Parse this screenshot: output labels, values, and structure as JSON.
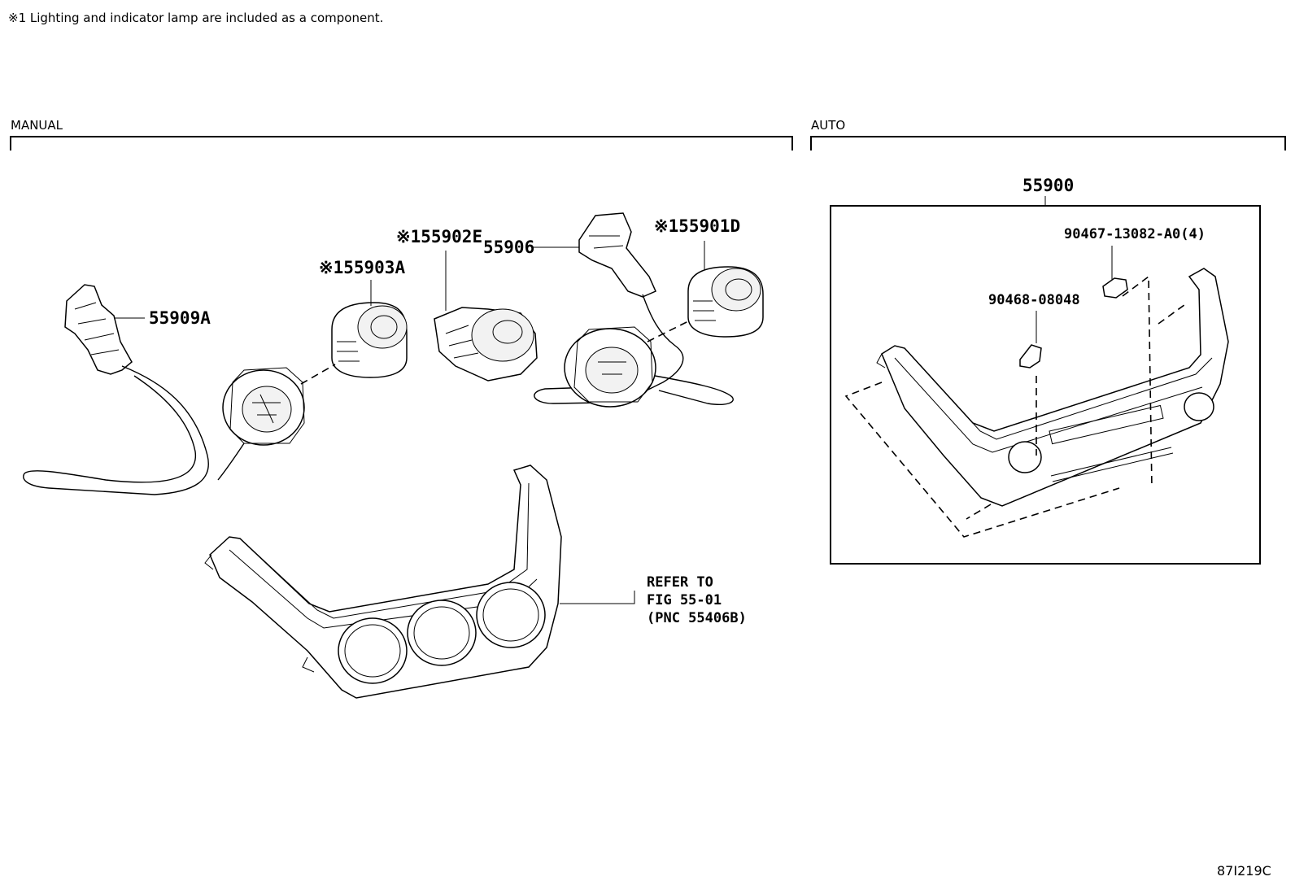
{
  "note": "※1 Lighting and indicator lamp are included as a component.",
  "sections": {
    "manual": "MANUAL",
    "auto": "AUTO"
  },
  "labels": {
    "p55909a": "55909A",
    "p55903a": "※155903A",
    "p55902e": "※155902E",
    "p55906": "55906",
    "p55901d": "※155901D",
    "p55900": "55900",
    "p90467": "90467-13082-A0(4)",
    "p90468": "90468-08048"
  },
  "reference": {
    "line1": "REFER TO",
    "line2": "FIG 55-01",
    "line3": "(PNC 55406B)"
  },
  "figure_id": "87I219C"
}
